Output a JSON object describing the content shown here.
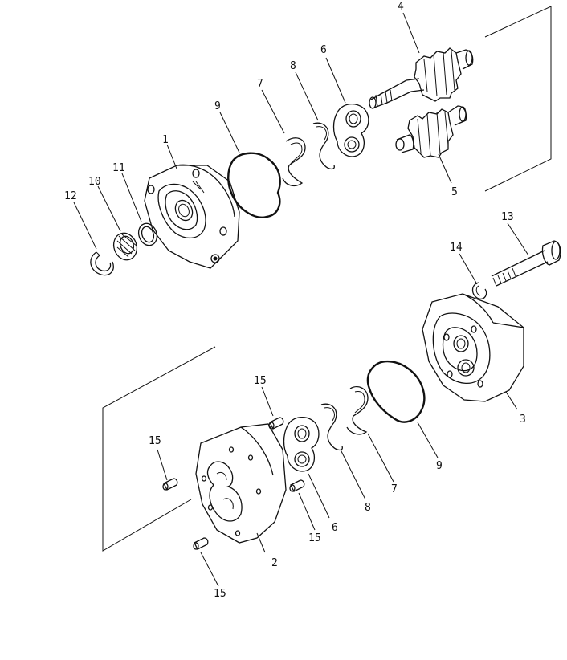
{
  "callouts": {
    "c1": "1",
    "c2": "2",
    "c3": "3",
    "c4": "4",
    "c5": "5",
    "c6a": "6",
    "c6b": "6",
    "c7a": "7",
    "c7b": "7",
    "c8a": "8",
    "c8b": "8",
    "c9a": "9",
    "c9b": "9",
    "c10": "10",
    "c11": "11",
    "c12": "12",
    "c13": "13",
    "c14": "14",
    "c15a": "15",
    "c15b": "15",
    "c15c": "15",
    "c15d": "15"
  }
}
